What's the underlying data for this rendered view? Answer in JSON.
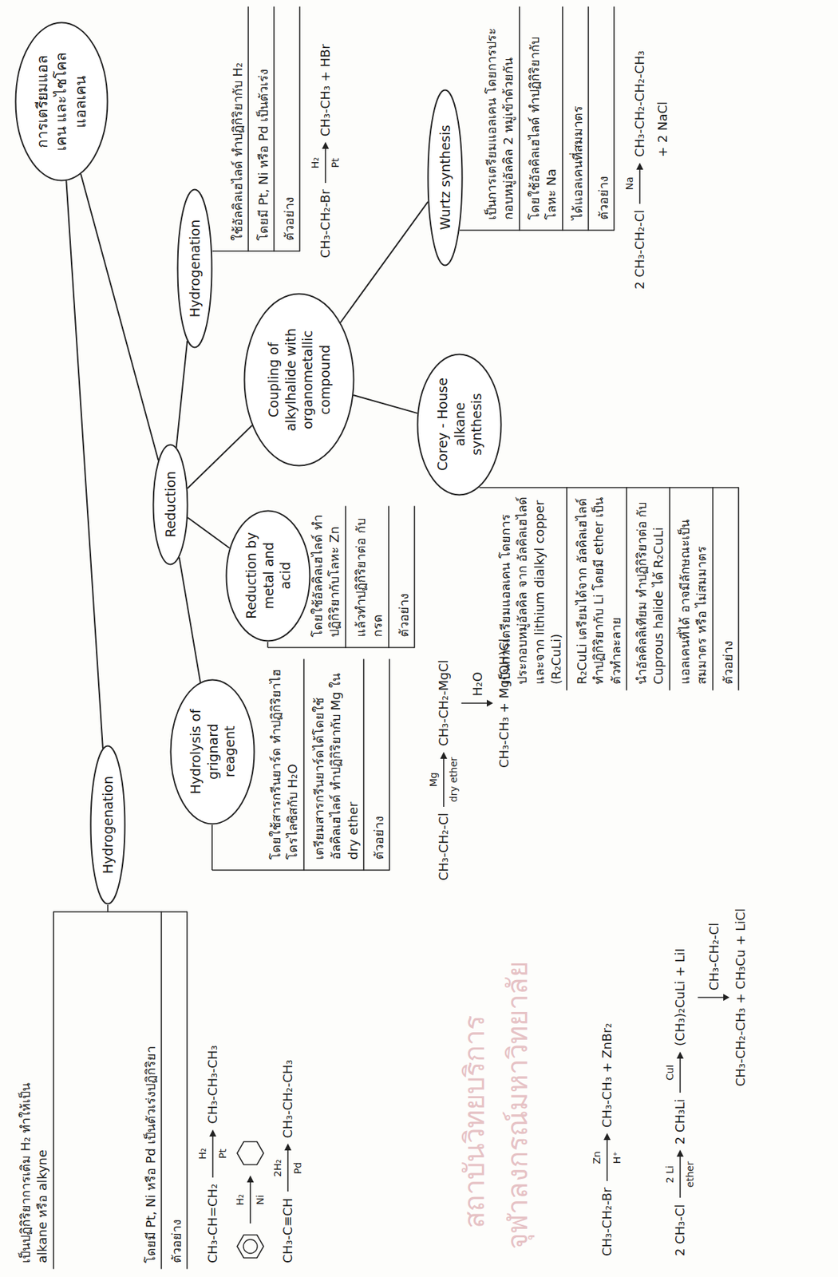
{
  "diagram": {
    "nodes": [
      {
        "text": [
          "การเตรียมแอลเคน และไซโคลแอลเคน"
        ]
      },
      {
        "text": [
          "Hydrogenation"
        ]
      },
      {
        "text": [
          "Reduction"
        ]
      },
      {
        "text": [
          "Hydrogenation"
        ]
      },
      {
        "text": [
          "Hydrolysis of grignard reagent"
        ]
      },
      {
        "text": [
          "Reduction by metal and acid"
        ]
      },
      {
        "text": [
          "Coupling of alkylhalide with organometallic compound"
        ]
      },
      {
        "text": [
          "Corey - House alkane synthesis"
        ]
      },
      {
        "text": [
          "Wurtz synthesis"
        ]
      }
    ],
    "edges": [
      {
        "from": 0,
        "to": 1,
        "arrow": "none"
      },
      {
        "from": 0,
        "to": 2,
        "arrow": "none"
      },
      {
        "from": 2,
        "to": 3,
        "arrow": "none"
      },
      {
        "from": 2,
        "to": 4,
        "arrow": "none"
      },
      {
        "from": 2,
        "to": 5,
        "arrow": "none"
      },
      {
        "from": 2,
        "to": 6,
        "arrow": "none"
      },
      {
        "from": 6,
        "to": 7,
        "arrow": "none"
      },
      {
        "from": 6,
        "to": 8,
        "arrow": "none"
      }
    ],
    "labels": [
      "เป็นปฏิกิริยาการเติม H₂ ทำให้เป็น alkane หรือ alkyne",
      "โดยมี Pt, Ni หรือ Pd เป็นตัวเร่งปฏิกิริยา",
      "ตัวอย่าง",
      "CH₃-CH=CH₂",
      "H₂",
      "Pt",
      "CH₃-CH₃-CH₃",
      "H₂",
      "Ni",
      "CH₃-C≡CH",
      "2H₂",
      "Pd",
      "CH₃-CH₂-CH₃",
      "โดยใช้สารกรีนยาร์ด ทำปฏิกิริยาไฮโดรไลซิสกับ H₂O",
      "เตรียมสารกรีนยาร์ดได้โดยใช้ อัลคิลเฮไลด์ ทำปฏิกิริยากับ Mg ใน dry ether",
      "ตัวอย่าง",
      "CH₃-CH₂-Cl",
      "Mg",
      "dry ether",
      "CH₃-CH₂-MgCl",
      "H₂O",
      "CH₃-CH₃ + Mg(OH)Cl",
      "โดยใช้อัลคิลเฮไลด์ ทำปฏิกิริยากับโลหะ Zn",
      "แล้วทำปฏิกิริยาต่อ กับกรด",
      "ตัวอย่าง",
      "CH₃-CH₂-Br",
      "Zn",
      "H⁺",
      "CH₃-CH₃ + ZnBr₂",
      "ใช้อัลคิลเฮไลด์ ทำปฏิกิริยากับ H₂",
      "โดยมี Pt, Ni หรือ Pd เป็นตัวเร่ง",
      "ตัวอย่าง",
      "CH₃-CH₂-Br",
      "H₂",
      "Pt",
      "CH₃-CH₃ + HBr",
      "เป็นการเตรียมแอลเคน โดยการประกอบหมู่อัลคิล 2 หมู่เข้าด้วยกัน",
      "โดยใช้อัลคิลเฮไลด์ ทำปฏิกิริยากับโลหะ Na",
      "ได้แอลเคนที่สมมาตร",
      "ตัวอย่าง",
      "2 CH₃-CH₂-Cl",
      "Na",
      "CH₃-CH₂-CH₂-CH₃",
      "+ 2 NaCl",
      "เป็นการเตรียมแอลเคน โดยการประกอบหมู่อัลคิล จาก อัลคิลเฮไลด์ และจาก lithium dialkyl copper (R₂CuLi)",
      "R₂CuLi เตรียมได้จาก อัลคิลเฮไลด์ ทำปฏิกิริยากับ Li โดยมี ether เป็นตัวทำละลาย",
      "นำอัลคิลลิเทียม ทำปฏิกิริยาต่อ กับ Cuprous halide ได้ R₂CuLi",
      "แอลเคนที่ได้ อาจมีลักษณะเป็น สมมาตร หรือ ไม่สมมาตร",
      "ตัวอย่าง",
      "2 CH₃-Cl",
      "2 Li",
      "ether",
      "2 CH₃Li",
      "CuI",
      "(CH₃)₂CuLi + LiI",
      "CH₃-CH₂-Cl",
      "CH₃-CH₂-CH₃ + CH₃Cu + LiCl",
      "สถาบันวิทยบริการ",
      "จุฬาลงกรณ์มหาวิทยาลัย"
    ]
  }
}
